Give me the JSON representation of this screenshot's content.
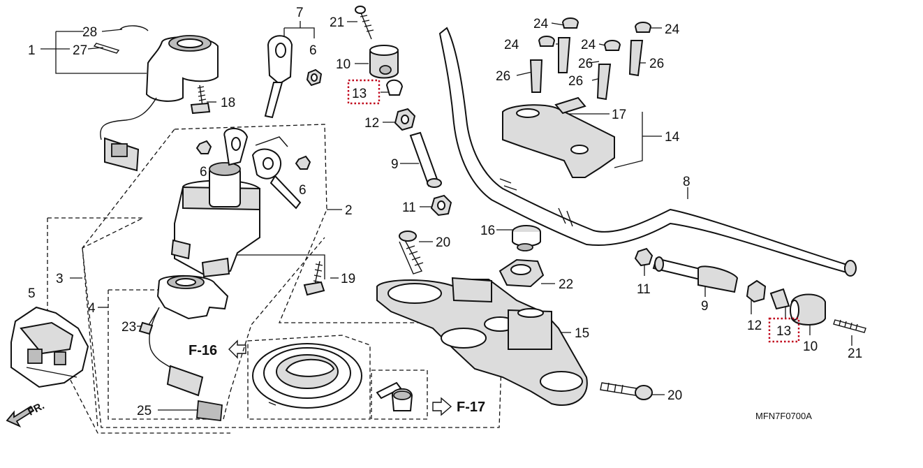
{
  "callouts": {
    "c1": "1",
    "c2": "2",
    "c3": "3",
    "c4": "4",
    "c5": "5",
    "c6a": "6",
    "c6b": "6",
    "c6c": "6",
    "c7": "7",
    "c8": "8",
    "c9a": "9",
    "c9b": "9",
    "c10a": "10",
    "c10b": "10",
    "c11a": "11",
    "c11b": "11",
    "c12a": "12",
    "c12b": "12",
    "c13a": "13",
    "c13b": "13",
    "c14": "14",
    "c15": "15",
    "c16": "16",
    "c17": "17",
    "c18": "18",
    "c19": "19",
    "c20a": "20",
    "c20b": "20",
    "c21a": "21",
    "c21b": "21",
    "c22": "22",
    "c23": "23",
    "c24a": "24",
    "c24b": "24",
    "c24c": "24",
    "c24d": "24",
    "c25": "25",
    "c26a": "26",
    "c26b": "26",
    "c26c": "26",
    "c27": "27",
    "c28": "28"
  },
  "references": {
    "f16": "F-16",
    "f17": "F-17"
  },
  "front_marker": "FR.",
  "diagram_code": "MFN7F0700A",
  "highlight_color": "#c0001a"
}
